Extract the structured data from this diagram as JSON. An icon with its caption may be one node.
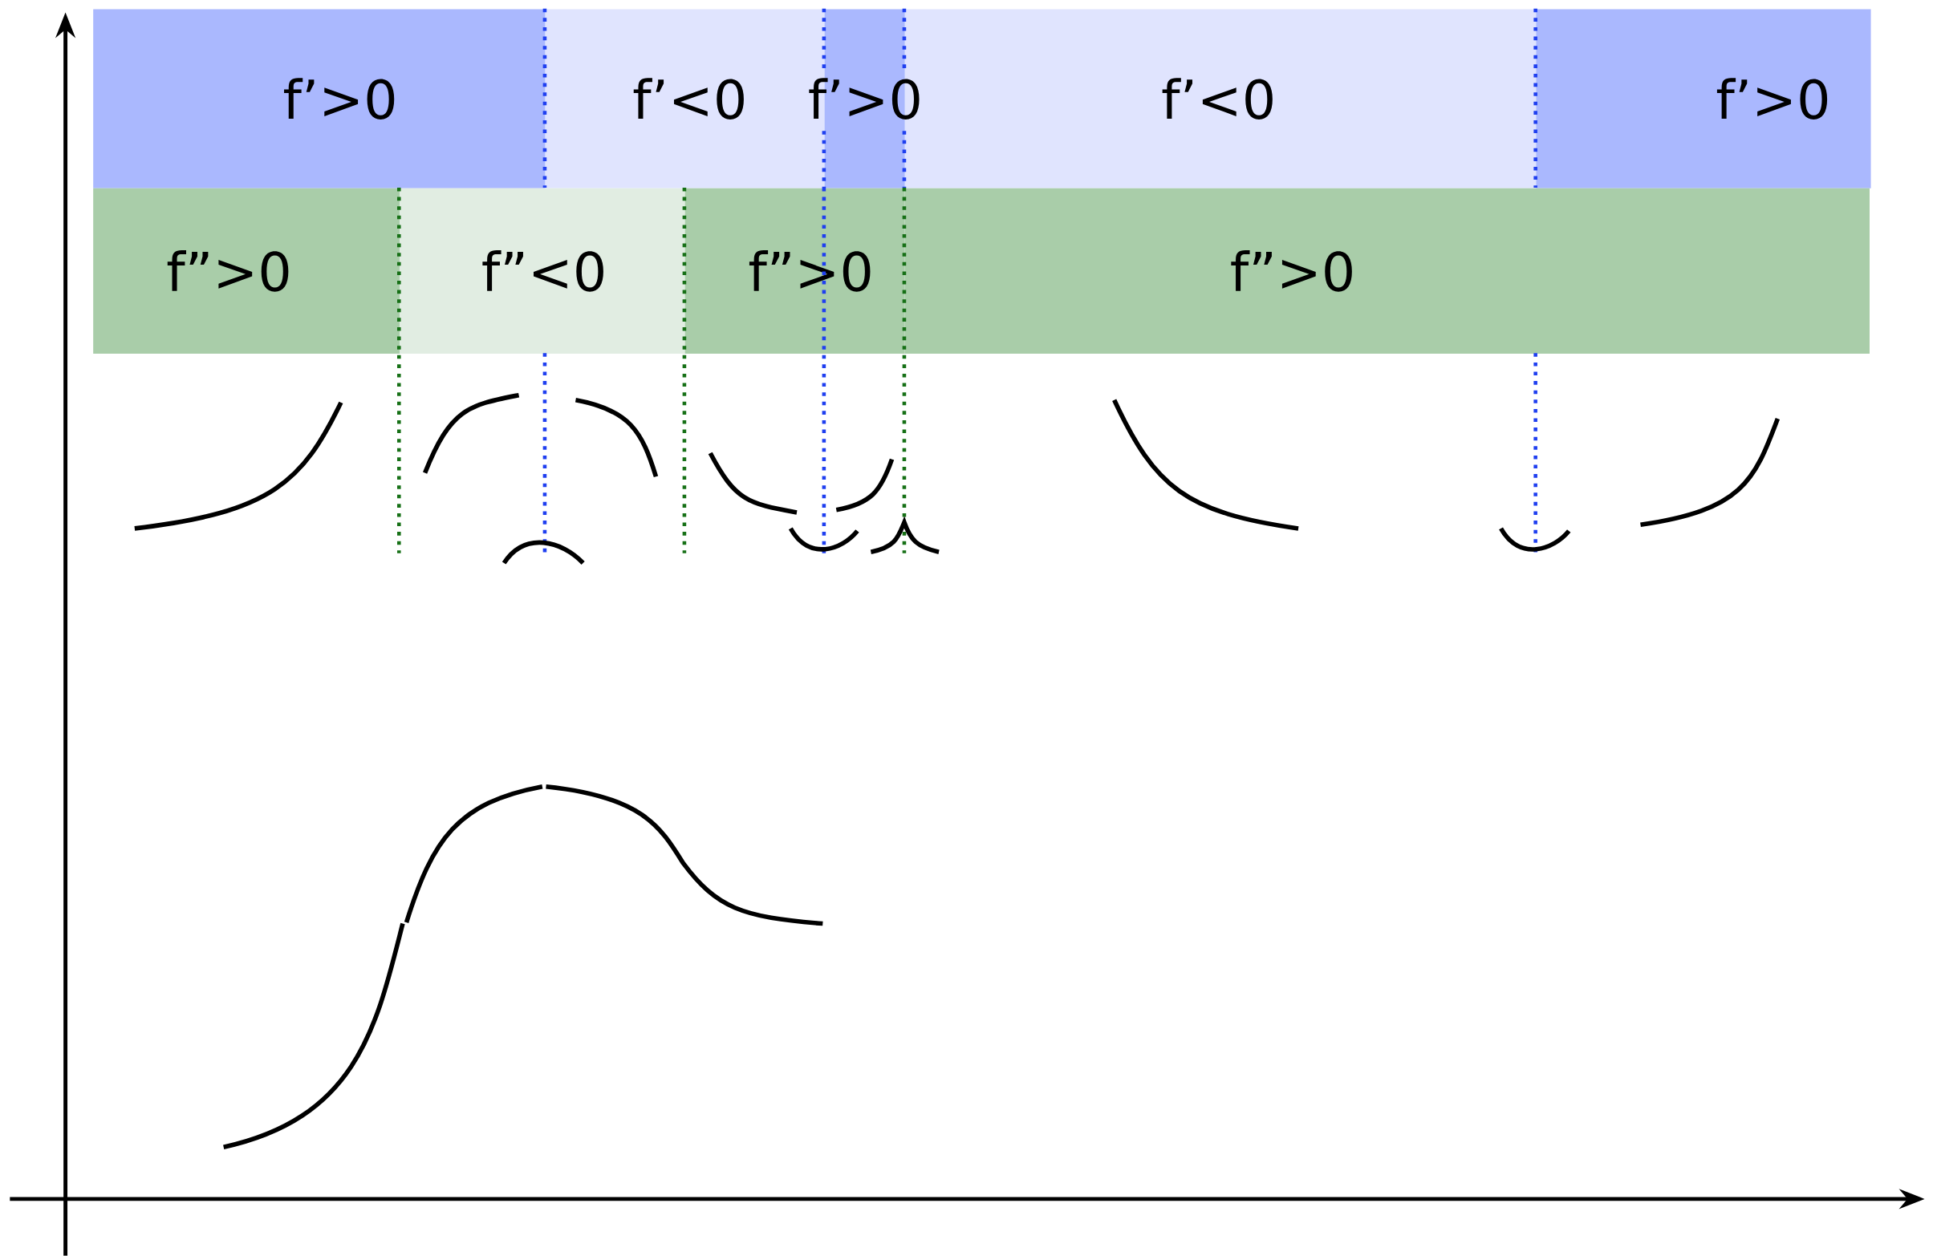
{
  "diagram": {
    "nodes": [
      {
        "text": [
          "f’>0"
        ]
      },
      {
        "text": [
          "f’<0"
        ]
      },
      {
        "text": [
          "f’>0"
        ]
      },
      {
        "text": [
          "f’<0"
        ]
      },
      {
        "text": [
          "f’>0"
        ]
      },
      {
        "text": [
          "f”>0"
        ]
      },
      {
        "text": [
          "f”<0"
        ]
      },
      {
        "text": [
          "f”>0"
        ]
      },
      {
        "text": [
          "f”>0"
        ]
      }
    ]
  }
}
